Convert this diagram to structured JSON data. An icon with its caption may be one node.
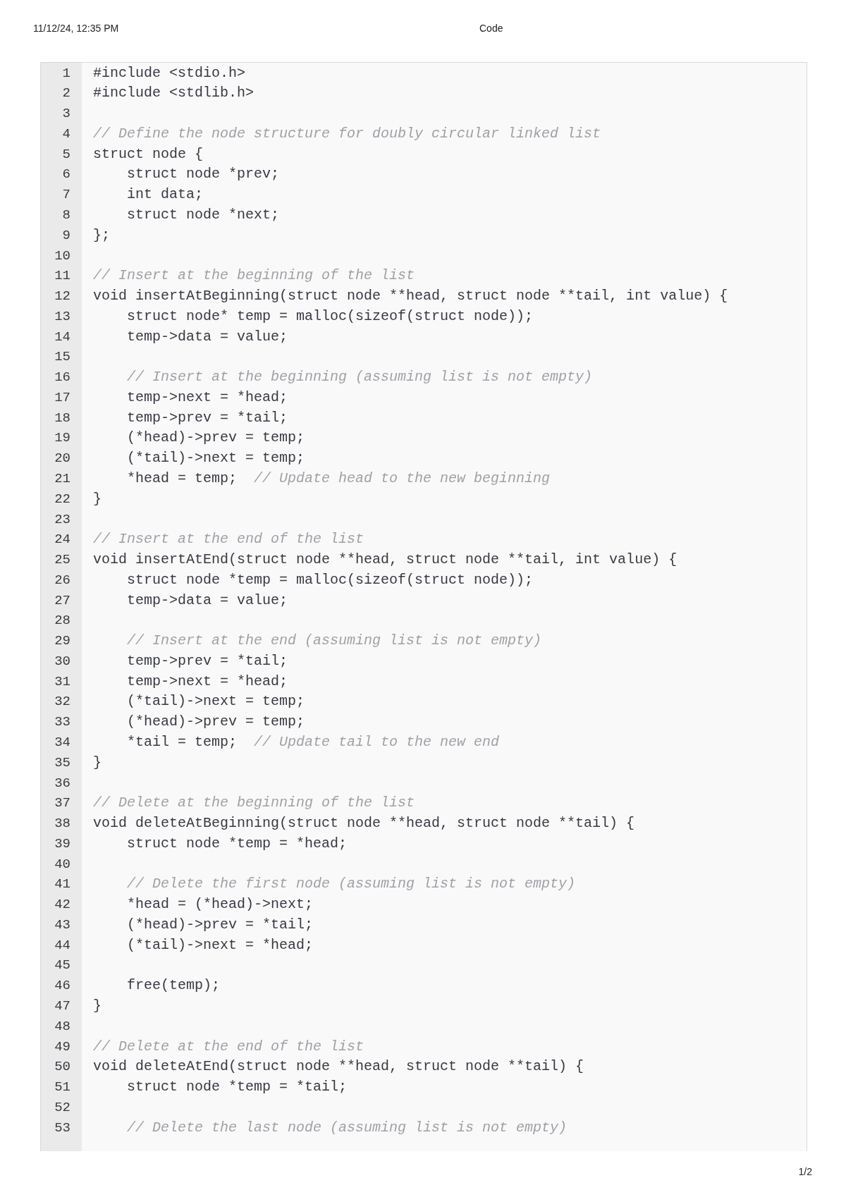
{
  "diagram": {
    "labels": [
      "11/12/24, 12:35 PM",
      "Code",
      "1",
      "#include <stdio.h>",
      "2",
      "#include <stdlib.h>",
      "3",
      "4",
      "// Define the node structure for doubly circular linked list",
      "5",
      "struct node {",
      "6",
      "struct node *prev;",
      "7",
      "int data;",
      "8",
      "struct node *next;",
      "9",
      "};",
      "10",
      "11",
      "// Insert at the beginning of the list",
      "12",
      "void insertAtBeginning(struct node **head, struct node **tail, int value) {",
      "13",
      "struct node* temp = malloc(sizeof(struct node));",
      "14",
      "temp->data = value;",
      "15",
      "16",
      "// Insert at the beginning (assuming list is not empty)",
      "17",
      "temp->next = *head;",
      "18",
      "temp->prev = *tail;",
      "19",
      "(*head)->prev = temp;",
      "20",
      "(*tail)->next = temp;",
      "21",
      "*head = temp;",
      "// Update head to the new beginning",
      "22",
      "}",
      "23",
      "24",
      "// Insert at the end of the list",
      "25",
      "void insertAtEnd(struct node **head, struct node **tail, int value) {",
      "26",
      "struct node *temp = malloc(sizeof(struct node));",
      "27",
      "temp->data = value;",
      "28",
      "29",
      "// Insert at the end (assuming list is not empty)",
      "30",
      "temp->prev = *tail;",
      "31",
      "temp->next = *head;",
      "32",
      "(*tail)->next = temp;",
      "33",
      "(*head)->prev = temp;",
      "34",
      "*tail = temp;",
      "// Update tail to the new end",
      "35",
      "}",
      "36",
      "37",
      "// Delete at the beginning of the list",
      "38",
      "void deleteAtBeginning(struct node **head, struct node **tail) {",
      "39",
      "struct node *temp = *head;",
      "40",
      "41",
      "// Delete the first node (assuming list is not empty)",
      "42",
      "*head = (*head)->next;",
      "43",
      "(*head)->prev = *tail;",
      "44",
      "(*tail)->next = *head;",
      "45",
      "46",
      "free(temp);",
      "47",
      "}",
      "48",
      "49",
      "// Delete at the end of the list",
      "50",
      "void deleteAtEnd(struct node **head, struct node **tail) {",
      "51",
      "struct node *temp = *tail;",
      "52",
      "53",
      "// Delete the last node (assuming list is not empty)",
      "1/2"
    ]
  }
}
